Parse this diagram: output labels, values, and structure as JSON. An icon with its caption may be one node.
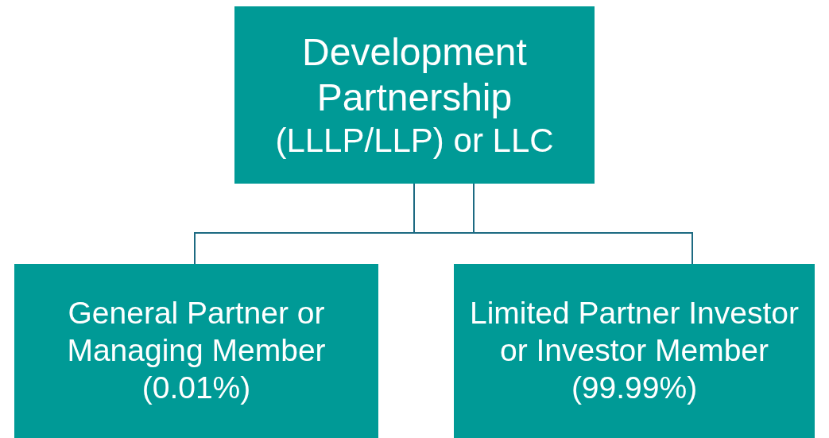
{
  "diagram": {
    "nodes": [
      {
        "text": [
          "Development Partnership",
          "(LLLP/LLP) or LLC"
        ]
      },
      {
        "text": [
          "General Partner or Managing Member (0.01%)"
        ]
      },
      {
        "text": [
          "Limited Partner Investor or Investor Member (99.99%)"
        ]
      }
    ],
    "edges": [
      {
        "from": 0,
        "to": 1,
        "arrow": "none"
      },
      {
        "from": 0,
        "to": 2,
        "arrow": "none"
      }
    ]
  }
}
